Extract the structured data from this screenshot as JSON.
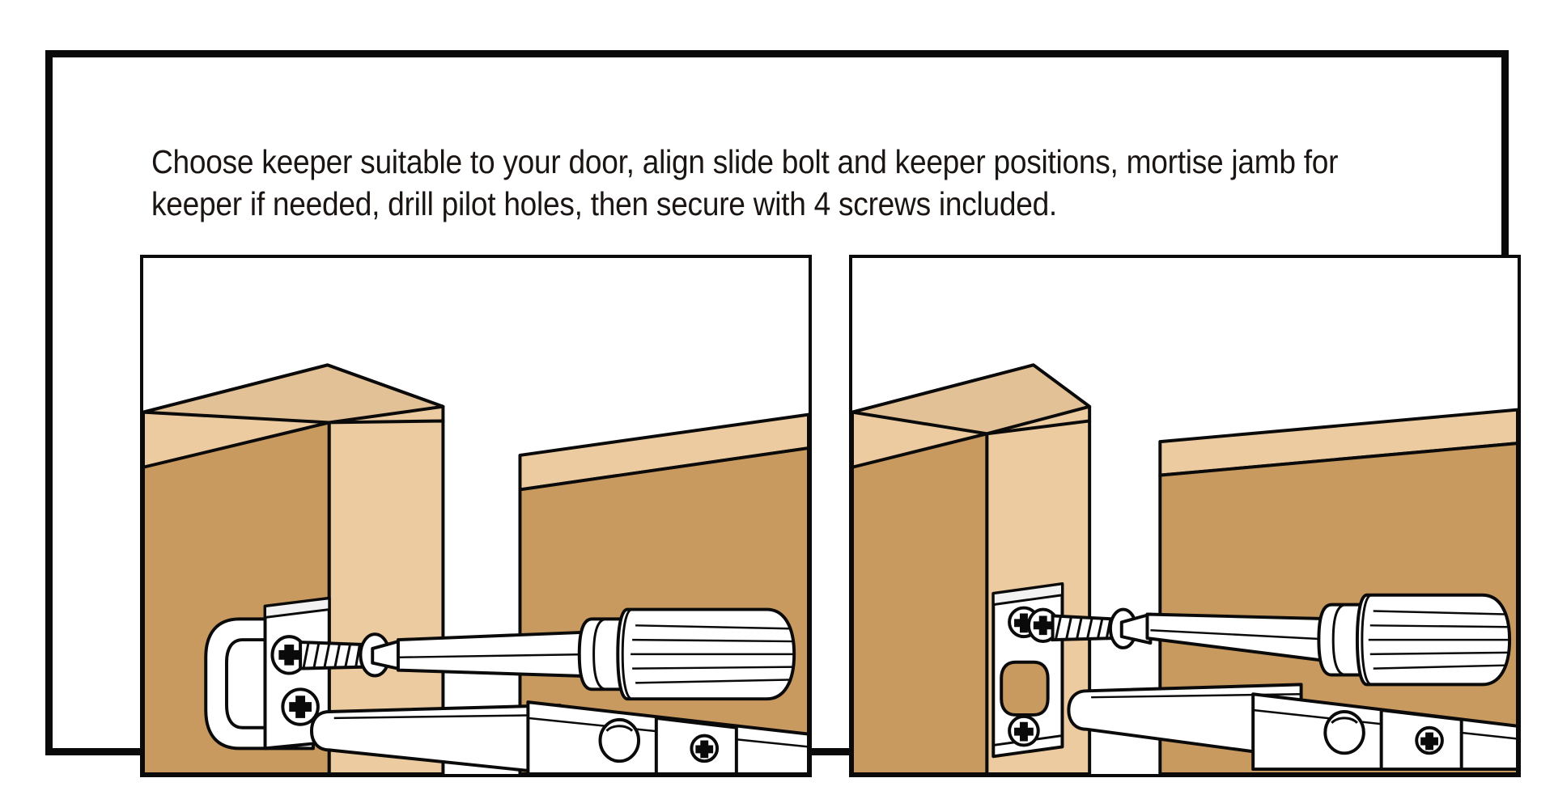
{
  "document": {
    "type": "assembly-instruction-step",
    "caption_line_1": "Choose keeper suitable to your door, align slide bolt and keeper positions, mortise",
    "caption_line_2": "jamb for keeper if needed, drill pilot holes, then secure with 4 screws included.",
    "caption_full": "Choose keeper suitable to your door, align slide bolt and keeper positions, mortise jamb for keeper if needed, drill pilot holes, then secure with 4 screws included."
  },
  "colors": {
    "outline": "#0a0a0a",
    "text": "#1a1412",
    "background": "#ffffff",
    "wood_light": "#edcba0",
    "wood_medium": "#e3c196",
    "wood_dark": "#c99a5f",
    "wood_darker": "#c0914f",
    "metal_fill": "#ffffff",
    "metal_shade": "#f2f2f2"
  },
  "panels": [
    {
      "id": "left",
      "name": "surface-mount-keeper-illustration",
      "description": "Door jamb at left with surface-mount loop keeper, screwdriver driving screw, slide bolt on door at right",
      "parts": [
        {
          "name": "door-jamb",
          "material": "wood"
        },
        {
          "name": "door",
          "material": "wood"
        },
        {
          "name": "surface-mount-keeper",
          "material": "metal"
        },
        {
          "name": "mounting-screw",
          "material": "metal"
        },
        {
          "name": "screwdriver",
          "material": "metal-and-plastic"
        },
        {
          "name": "slide-bolt",
          "material": "metal"
        },
        {
          "name": "slide-bolt-knob",
          "material": "metal"
        }
      ]
    },
    {
      "id": "right",
      "name": "mortise-keeper-illustration",
      "description": "Door jamb at left with mortised strike-plate keeper, screwdriver driving screw, slide bolt on door at right",
      "parts": [
        {
          "name": "door-jamb",
          "material": "wood"
        },
        {
          "name": "door",
          "material": "wood"
        },
        {
          "name": "mortise-strike-plate-keeper",
          "material": "metal"
        },
        {
          "name": "mounting-screw",
          "material": "metal"
        },
        {
          "name": "screwdriver",
          "material": "metal-and-plastic"
        },
        {
          "name": "slide-bolt",
          "material": "metal"
        },
        {
          "name": "slide-bolt-knob",
          "material": "metal"
        }
      ]
    }
  ]
}
